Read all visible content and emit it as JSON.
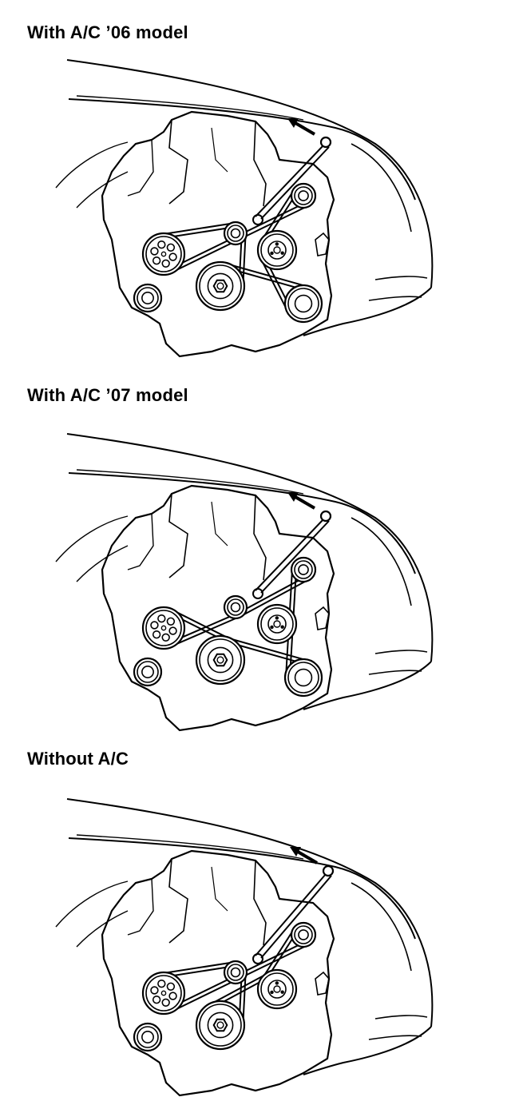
{
  "panels": [
    {
      "title": "With A/C ’06 model"
    },
    {
      "title": "With A/C ’07 model"
    },
    {
      "title": "Without A/C"
    }
  ],
  "colors": {
    "ink": "#000000",
    "paper": "#ffffff"
  }
}
